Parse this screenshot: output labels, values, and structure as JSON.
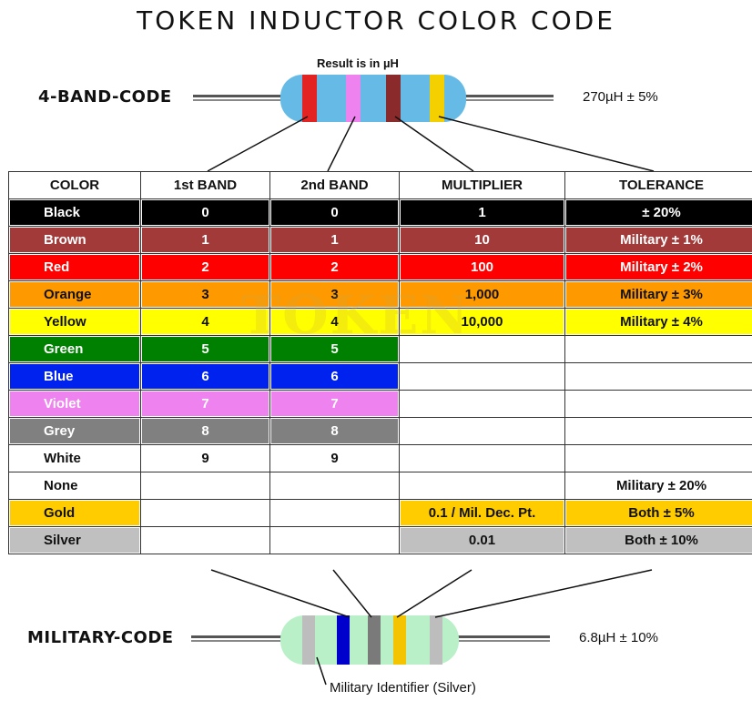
{
  "title": "TOKEN INDUCTOR COLOR CODE",
  "top_code": {
    "label": "4-BAND-CODE",
    "note": "Result is in µH",
    "value": "270µH ± 5%",
    "bands": [
      "#e32222",
      "#ee82ee",
      "#8b2a2a",
      "#f5d000"
    ],
    "body_color": "#66bbe6"
  },
  "bottom_code": {
    "label": "MILITARY-CODE",
    "note": "Military Identifier (Silver)",
    "value": "6.8µH ± 10%",
    "bands": [
      "#bdbdbd",
      "#0000cc",
      "#7a7a7a",
      "#f5c400",
      "#bdbdbd"
    ],
    "body_color": "#b9f0c8"
  },
  "watermark": "TOKEN",
  "table": {
    "headers": [
      "COLOR",
      "1st BAND",
      "2nd BAND",
      "MULTIPLIER",
      "TOLERANCE"
    ],
    "rows": [
      {
        "color": "Black",
        "bg": "#000000",
        "fg": "#ffffff",
        "b1": "0",
        "b2": "0",
        "mult": "1",
        "mult_bg": "#000000",
        "mult_fg": "#ffffff",
        "tol": "± 20%",
        "tol_bg": "#000000",
        "tol_fg": "#ffffff"
      },
      {
        "color": "Brown",
        "bg": "#a33a3a",
        "fg": "#ffffff",
        "b1": "1",
        "b2": "1",
        "mult": "10",
        "mult_bg": "#a33a3a",
        "mult_fg": "#ffffff",
        "tol": "Military ± 1%",
        "tol_bg": "#a33a3a",
        "tol_fg": "#ffffff"
      },
      {
        "color": "Red",
        "bg": "#ff0000",
        "fg": "#ffffff",
        "b1": "2",
        "b2": "2",
        "mult": "100",
        "mult_bg": "#ff0000",
        "mult_fg": "#ffffff",
        "tol": "Military ± 2%",
        "tol_bg": "#ff0000",
        "tol_fg": "#ffffff"
      },
      {
        "color": "Orange",
        "bg": "#ff9900",
        "fg": "#111111",
        "b1": "3",
        "b2": "3",
        "mult": "1,000",
        "mult_bg": "#ff9900",
        "mult_fg": "#111111",
        "tol": "Military ± 3%",
        "tol_bg": "#ff9900",
        "tol_fg": "#111111"
      },
      {
        "color": "Yellow",
        "bg": "#ffff00",
        "fg": "#111111",
        "b1": "4",
        "b2": "4",
        "mult": "10,000",
        "mult_bg": "#ffff00",
        "mult_fg": "#111111",
        "tol": "Military ± 4%",
        "tol_bg": "#ffff00",
        "tol_fg": "#111111"
      },
      {
        "color": "Green",
        "bg": "#008000",
        "fg": "#ffffff",
        "b1": "5",
        "b2": "5",
        "mult": "",
        "mult_bg": "#ffffff",
        "mult_fg": "#111111",
        "tol": "",
        "tol_bg": "#ffffff",
        "tol_fg": "#111111"
      },
      {
        "color": "Blue",
        "bg": "#0022ee",
        "fg": "#ffffff",
        "b1": "6",
        "b2": "6",
        "mult": "",
        "mult_bg": "#ffffff",
        "mult_fg": "#111111",
        "tol": "",
        "tol_bg": "#ffffff",
        "tol_fg": "#111111"
      },
      {
        "color": "Violet",
        "bg": "#ee82ee",
        "fg": "#ffffff",
        "b1": "7",
        "b2": "7",
        "mult": "",
        "mult_bg": "#ffffff",
        "mult_fg": "#111111",
        "tol": "",
        "tol_bg": "#ffffff",
        "tol_fg": "#111111"
      },
      {
        "color": "Grey",
        "bg": "#808080",
        "fg": "#ffffff",
        "b1": "8",
        "b2": "8",
        "mult": "",
        "mult_bg": "#ffffff",
        "mult_fg": "#111111",
        "tol": "",
        "tol_bg": "#ffffff",
        "tol_fg": "#111111"
      },
      {
        "color": "White",
        "bg": "#ffffff",
        "fg": "#111111",
        "b1": "9",
        "b2": "9",
        "mult": "",
        "mult_bg": "#ffffff",
        "mult_fg": "#111111",
        "tol": "",
        "tol_bg": "#ffffff",
        "tol_fg": "#111111"
      },
      {
        "color": "None",
        "bg": "#ffffff",
        "fg": "#111111",
        "b1": "",
        "b2": "",
        "mult": "",
        "mult_bg": "#ffffff",
        "mult_fg": "#111111",
        "tol": "Military ± 20%",
        "tol_bg": "#ffffff",
        "tol_fg": "#111111"
      },
      {
        "color": "Gold",
        "bg": "#ffcc00",
        "fg": "#111111",
        "b1": "",
        "b2": "",
        "mult": "0.1 / Mil. Dec. Pt.",
        "mult_bg": "#ffcc00",
        "mult_fg": "#111111",
        "tol": "Both ± 5%",
        "tol_bg": "#ffcc00",
        "tol_fg": "#111111"
      },
      {
        "color": "Silver",
        "bg": "#c0c0c0",
        "fg": "#111111",
        "b1": "",
        "b2": "",
        "mult": "0.01",
        "mult_bg": "#c0c0c0",
        "mult_fg": "#111111",
        "tol": "Both ± 10%",
        "tol_bg": "#c0c0c0",
        "tol_fg": "#111111"
      }
    ]
  }
}
